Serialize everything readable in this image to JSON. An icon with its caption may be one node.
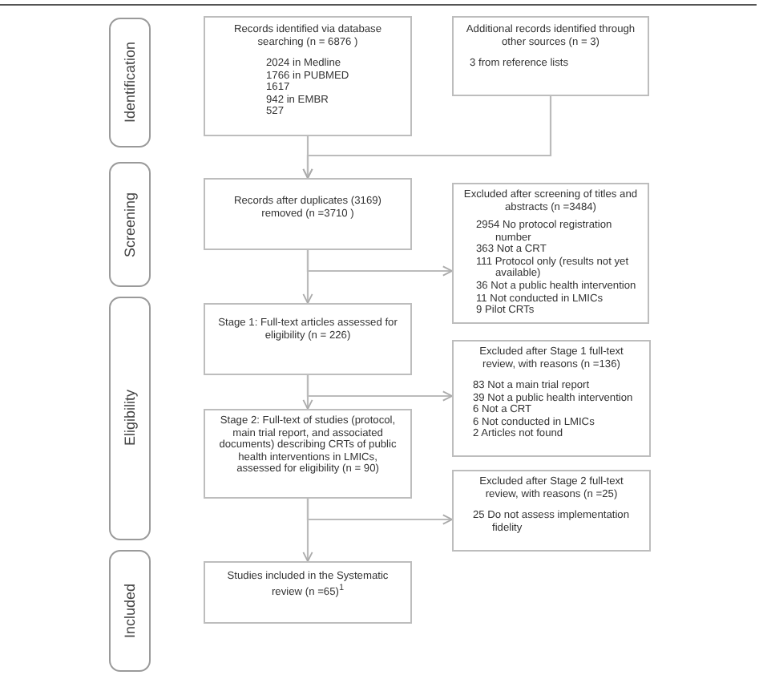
{
  "diagram": {
    "nodes": [
      {
        "text": [
          "Identification"
        ]
      },
      {
        "text": [
          "Screening"
        ]
      },
      {
        "text": [
          "Eligibility"
        ]
      },
      {
        "text": [
          "Included"
        ]
      },
      {
        "text": [
          "Records identified via database searching (n = 6876 )",
          "2024 in Medline",
          "1766 in PUBMED",
          "1617",
          "942 in EMBR",
          "527"
        ]
      },
      {
        "text": [
          "Additional records identified through other sources (n = 3)",
          "3 from reference lists"
        ]
      },
      {
        "text": [
          "Records after duplicates (3169) removed (n =3710 )"
        ]
      },
      {
        "text": [
          "Excluded after screening of titles and abstracts (n =3484)",
          "2954 No protocol registration number",
          "363 Not a CRT",
          "111 Protocol only (results not yet available)",
          "36 Not a public health intervention",
          "11 Not conducted in LMICs",
          "9 Pilot CRTs"
        ]
      },
      {
        "text": [
          "Stage 1: Full-text articles assessed for eligibility (n = 226)"
        ]
      },
      {
        "text": [
          "Excluded after Stage 1 full-text review, with reasons (n =136)",
          "83 Not a main trial report",
          "39 Not a public health intervention",
          "6 Not a CRT",
          "6 Not conducted in LMICs",
          "2 Articles not found"
        ]
      },
      {
        "text": [
          "Stage 2: Full-text of studies (protocol, main trial report, and associated documents) describing CRTs of public health interventions in LMICs, assessed for eligibility (n = 90)"
        ]
      },
      {
        "text": [
          "Excluded after Stage 2 full-text review, with reasons (n =25)",
          "25 Do not assess implementation fidelity"
        ]
      },
      {
        "text": [
          "Studies included in the Systematic review (n =65)$^{1}$"
        ]
      }
    ],
    "edges": [
      {
        "from": 4,
        "to": 6,
        "arrow": "to"
      },
      {
        "from": 5,
        "to": 6,
        "arrow": "to"
      },
      {
        "from": 6,
        "to": 8,
        "arrow": "to"
      },
      {
        "from": 6,
        "to": 7,
        "arrow": "to"
      },
      {
        "from": 8,
        "to": 10,
        "arrow": "to"
      },
      {
        "from": 8,
        "to": 9,
        "arrow": "to"
      },
      {
        "from": 10,
        "to": 12,
        "arrow": "to"
      },
      {
        "from": 10,
        "to": 11,
        "arrow": "to"
      }
    ]
  }
}
